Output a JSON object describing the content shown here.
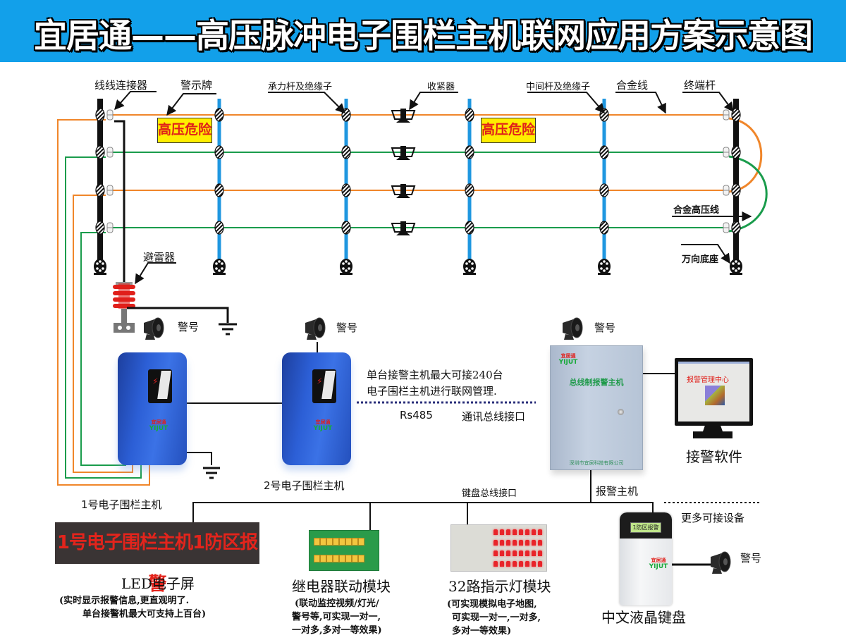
{
  "title": "宜居通——高压脉冲电子围栏主机联网应用方案示意图",
  "colors": {
    "banner": "#12a0ea",
    "wire_orange": "#f0862a",
    "wire_green": "#1a9c4c",
    "pole_blue": "#1f97e0",
    "pole_black": "#111111",
    "warning_sign_bg": "#ffee00",
    "warning_sign_text": "#e0201a",
    "led_bg": "#3a3434",
    "led_text": "#e3241c"
  },
  "fence": {
    "labels": {
      "wire_connector": "线线连接器",
      "warning_sign": "警示牌",
      "load_pole": "承力杆及绝缘子",
      "tensioner": "收紧器",
      "middle_pole": "中间杆及绝缘子",
      "alloy_wire": "合金线",
      "terminal_pole": "终端杆",
      "alloy_hv_wire": "合金高压线",
      "universal_base": "万向底座"
    },
    "warning_sign_text": "高压危险",
    "wire_colors": [
      "orange",
      "green",
      "orange",
      "green"
    ]
  },
  "devices": {
    "lightning_arrester": "避雷器",
    "siren_label": "警号",
    "host1": {
      "label": "1号电子围栏主机",
      "brand_cn": "宜居通",
      "brand_en": "YIJUT"
    },
    "host2": {
      "label": "2号电子围栏主机",
      "brand_cn": "宜居通",
      "brand_en": "YIJUT"
    },
    "network_note_line1": "单台接警主机最大可接240台",
    "network_note_line2": "电子围栏主机进行联网管理.",
    "rs485": "Rs485",
    "comm_bus": "通讯总线接口",
    "alarm_host": {
      "brand_cn": "宜居通",
      "brand_en": "YIJUT",
      "panel_title": "总线制报警主机",
      "company": "深圳市宜居科技有限公司",
      "label": "报警主机"
    },
    "software": {
      "screen_title": "报警管理中心",
      "label": "接警软件"
    },
    "keyboard_bus": "键盘总线接口",
    "more_devices": "更多可接设备"
  },
  "modules": {
    "led": {
      "screen_text": "1号电子围栏主机1防区报警",
      "title": "LED电子屏",
      "desc_line1": "(实时显示报警信息,更直观明了.",
      "desc_line2": "单台接警机最大可支持上百台)"
    },
    "relay": {
      "title": "继电器联动模块",
      "desc_line1": "(联动监控视频/灯光/",
      "desc_line2": "警号等,可实现一对一,",
      "desc_line3": "一对多,多对一等效果)"
    },
    "lamps": {
      "title": "32路指示灯模块",
      "desc_line1": "(可实现模拟电子地图,",
      "desc_line2": "可实现一对一,一对多,",
      "desc_line3": "多对一等效果)"
    },
    "keypad": {
      "lcd_text": "1防区报警",
      "brand_cn": "宜居通",
      "brand_en": "YIJUT",
      "title": "中文液晶键盘"
    }
  }
}
